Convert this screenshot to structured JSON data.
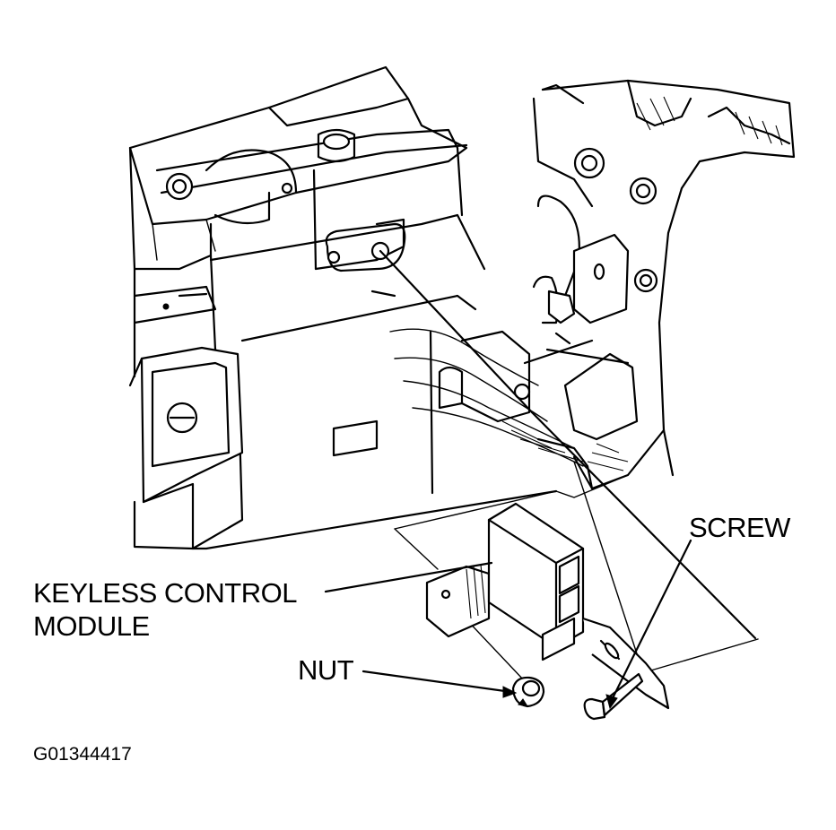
{
  "labels": {
    "screw": "SCREW",
    "module_line1": "KEYLESS CONTROL",
    "module_line2": "MODULE",
    "nut": "NUT",
    "figure_id": "G01344417"
  },
  "colors": {
    "ink": "#000000",
    "background": "#ffffff"
  }
}
